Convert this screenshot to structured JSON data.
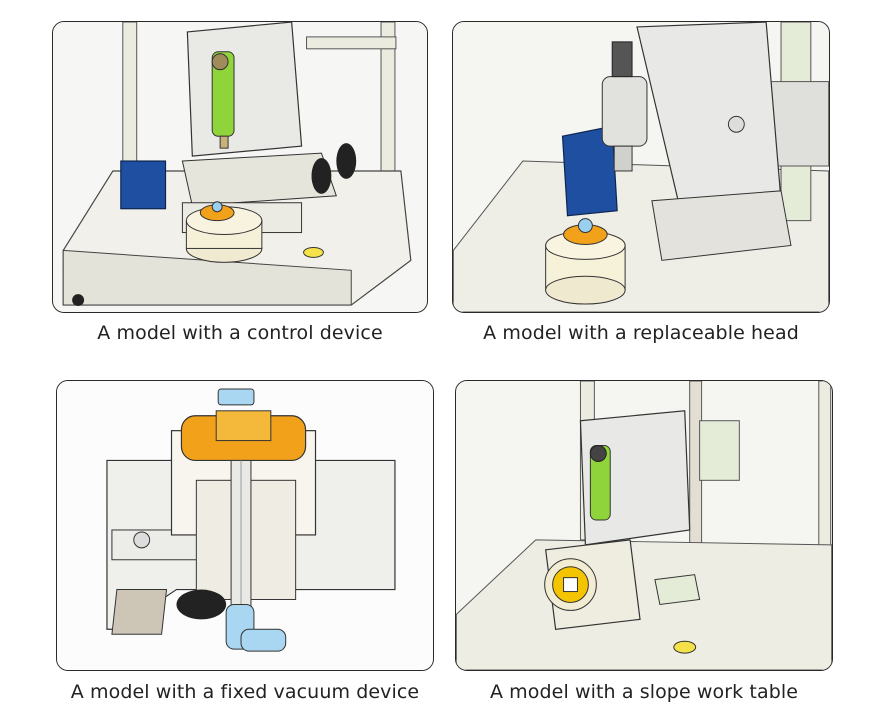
{
  "panels": [
    {
      "caption": "A model with a control device",
      "image": "dispenser-with-control-device-drawing"
    },
    {
      "caption": "A model with a replaceable head",
      "image": "dispenser-replaceable-head-drawing"
    },
    {
      "caption": "A model with a fixed vacuum device",
      "image": "fixed-vacuum-device-section-drawing"
    },
    {
      "caption": "A model with a slope work table",
      "image": "slope-work-table-drawing"
    }
  ],
  "colors": {
    "frame": "#e9e7dc",
    "plate": "#efeee6",
    "syringe_green": "#8fd43a",
    "ring_orange": "#f2a21a",
    "motor_blue": "#1f4fa0",
    "fitting_blue": "#a9d6f0",
    "yellow_part": "#f5c400"
  }
}
